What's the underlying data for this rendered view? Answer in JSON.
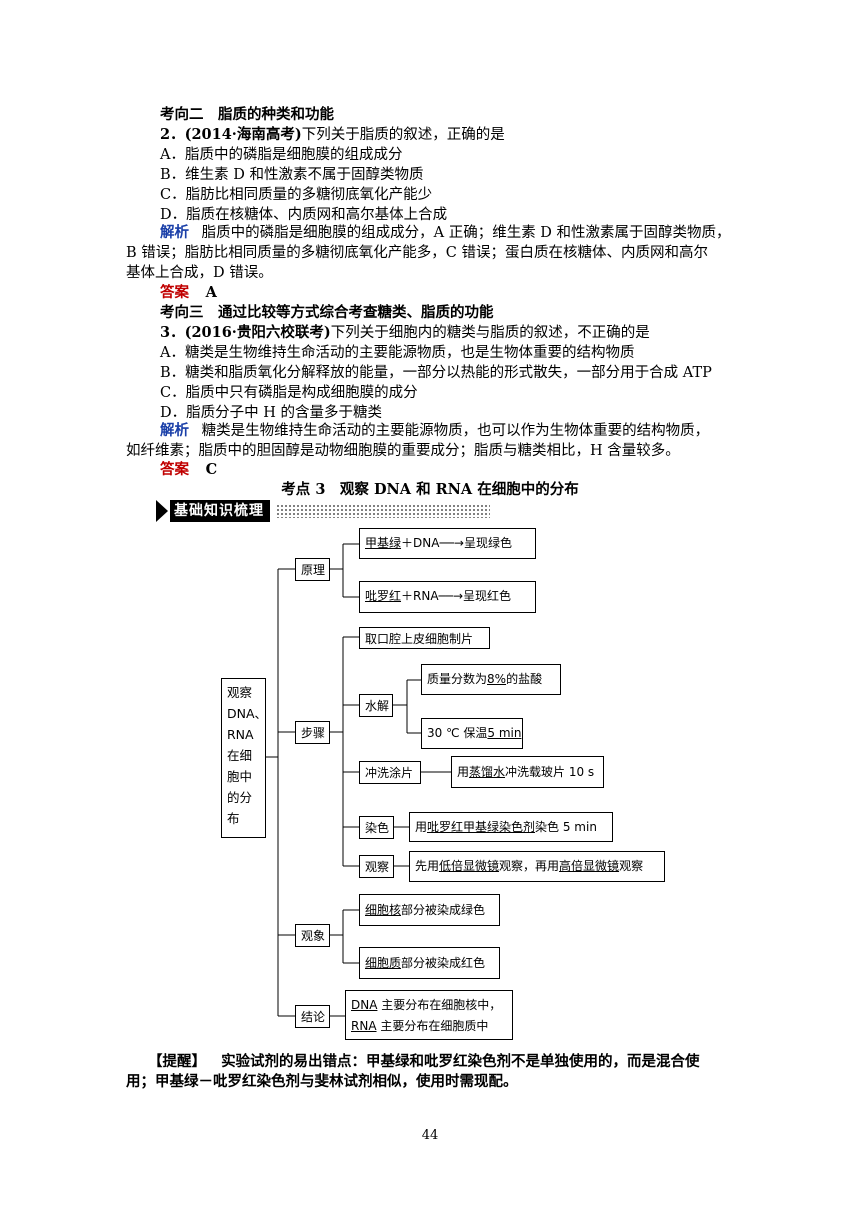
{
  "section2": {
    "heading": "考向二　脂质的种类和功能",
    "q_num": "2．",
    "q_source": "(2014·海南高考)",
    "q_text": "下列关于脂质的叙述，正确的是",
    "options": [
      "A．脂质中的磷脂是细胞膜的组成成分",
      "B．维生素 D 和性激素不属于固醇类物质",
      "C．脂肪比相同质量的多糖彻底氧化产能少",
      "D．脂质在核糖体、内质网和高尔基体上合成"
    ],
    "analysis_label": "解析",
    "analysis_lines": [
      "脂质中的磷脂是细胞膜的组成成分，A 正确；维生素 D 和性激素属于固醇类物质，",
      "B 错误；脂肪比相同质量的多糖彻底氧化产能多，C 错误；蛋白质在核糖体、内质网和高尔",
      "基体上合成，D 错误。"
    ],
    "answer_label": "答案",
    "answer": "A"
  },
  "section3": {
    "heading": "考向三　通过比较等方式综合考查糖类、脂质的功能",
    "q_num": "3．",
    "q_source": "(2016·贵阳六校联考)",
    "q_text": "下列关于细胞内的糖类与脂质的叙述，不正确的是",
    "options": [
      "A．糖类是生物维持生命活动的主要能源物质，也是生物体重要的结构物质",
      "B．糖类和脂质氧化分解释放的能量，一部分以热能的形式散失，一部分用于合成 ATP",
      "C．脂质中只有磷脂是构成细胞膜的成分",
      "D．脂质分子中 H 的含量多于糖类"
    ],
    "analysis_label": "解析",
    "analysis_lines": [
      "糖类是生物维持生命活动的主要能源物质，也可以作为生物体重要的结构物质，",
      "如纤维素；脂质中的胆固醇是动物细胞膜的重要成分；脂质与糖类相比，H 含量较多。"
    ],
    "answer_label": "答案",
    "answer": "C"
  },
  "kaodian_title": "考点 3　观察 DNA 和 RNA 在细胞中的分布",
  "banner": "基础知识梳理",
  "diagram": {
    "root": "观察 DNA、RNA 在细胞中的分布",
    "yuanli": "原理",
    "yuanli_1a": "甲基绿",
    "yuanli_1b": "＋DNA──→呈现绿色",
    "yuanli_2a": "吡罗红",
    "yuanli_2b": "＋RNA──→呈现红色",
    "buzhou": "步骤",
    "step1": "取口腔上皮细胞制片",
    "step2": "水解",
    "step2a_pre": "质量分数为",
    "step2a_u": "8%",
    "step2a_post": "的盐酸",
    "step2b_pre": "30 ℃ 保温",
    "step2b_u": "5 min",
    "step3": "冲洗涂片",
    "step3a_pre": "用",
    "step3a_u": "蒸馏水",
    "step3a_post": "冲洗载玻片 10 s",
    "step4": "染色",
    "step4a_pre": "用",
    "step4a_u": "吡罗红甲基绿染色剂",
    "step4a_post": "染色 5 min",
    "step5": "观察",
    "step5a_pre": "先用",
    "step5a_u1": "低倍显微镜",
    "step5a_mid": "观察，再用",
    "step5a_u2": "高倍显微镜",
    "step5a_post": "观察",
    "xianxiang": "观象",
    "xx1_u": "细胞核",
    "xx1_post": "部分被染成绿色",
    "xx2_u": "细胞质",
    "xx2_post": "部分被染成红色",
    "jielun": "结论",
    "jl1_u": "DNA",
    "jl1_post": " 主要分布在细胞核中，",
    "jl2_u": "RNA",
    "jl2_post": " 主要分布在细胞质中"
  },
  "tip": {
    "label": "【提醒】",
    "line1": "实验试剂的易出错点：甲基绿和吡罗红染色剂不是单独使用的，而是混合使",
    "line2": "用；甲基绿－吡罗红染色剂与斐林试剂相似，使用时需现配。"
  },
  "page_number": "44"
}
